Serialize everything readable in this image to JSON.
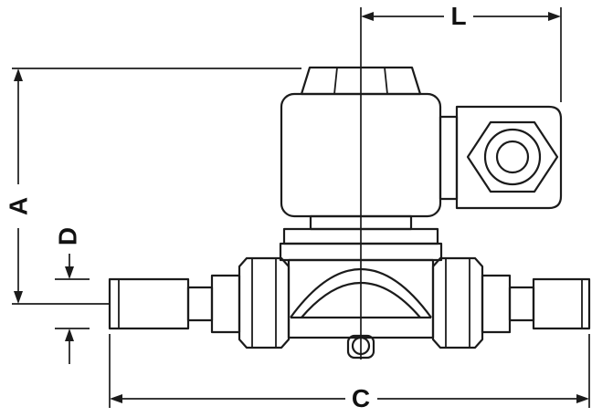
{
  "diagram": {
    "type": "technical-dimension-drawing",
    "subject": "solenoid-valve-side-view",
    "colors": {
      "line": "#1b1b1b",
      "background": "#ffffff"
    },
    "dimensions": {
      "length_top": {
        "label": "L"
      },
      "height_left": {
        "label": "A"
      },
      "pipe_diameter": {
        "label": "D"
      },
      "overall_length": {
        "label": "C"
      }
    }
  }
}
